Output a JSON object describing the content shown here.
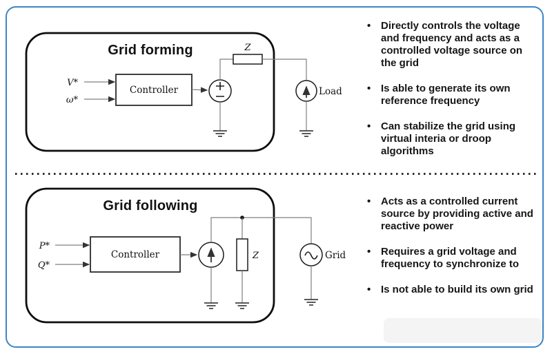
{
  "colors": {
    "accent_border": "#3d85c6",
    "diagram_stroke": "#1a1a1a",
    "wire": "#7f7f7f",
    "text": "#161616"
  },
  "ui": {
    "bullet_glyph": "•"
  },
  "sections": {
    "grid_forming": {
      "title": "Grid forming",
      "inputs": [
        "V*",
        "ω*"
      ],
      "controller_label": "Controller",
      "impedance_label": "Z",
      "load_label": "Load",
      "bullets": [
        "Directly controls the voltage and frequency and acts as a controlled voltage source on the grid",
        "Is able to generate its own reference frequency",
        "Can stabilize the grid using virtual interia or droop algorithms"
      ]
    },
    "grid_following": {
      "title": "Grid following",
      "inputs": [
        "P*",
        "Q*"
      ],
      "controller_label": "Controller",
      "impedance_label": "Z",
      "grid_label": "Grid",
      "bullets": [
        "Acts as a controlled current source by providing active and reactive power",
        "Requires a grid voltage and frequency to synchronize to",
        "Is not able to build its own grid"
      ]
    }
  }
}
